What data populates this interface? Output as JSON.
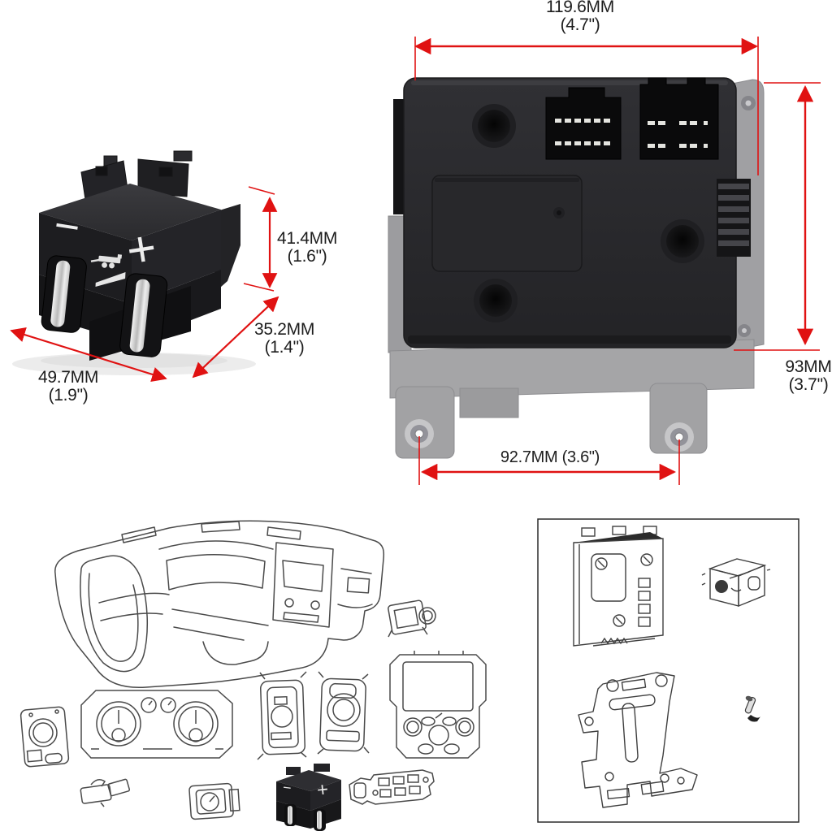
{
  "image": {
    "kind": "product-dimension-diagram",
    "background": "#ffffff"
  },
  "colors": {
    "dimension_red": "#e01212",
    "label_text": "#1d1d1d",
    "module_body": "#28282b",
    "bracket_gray": "#a3a3a6",
    "line_drawing": "#4a4a4a",
    "chrome": "#e5e5e5"
  },
  "switch_unit": {
    "name": "trailer-brake-controller-switch-photo",
    "minus_glyph": "−",
    "plus_glyph": "+",
    "dim_height_mm": "41.4MM",
    "dim_height_in": "(1.6\")",
    "dim_depth_mm": "35.2MM",
    "dim_depth_in": "(1.4\")",
    "dim_width_mm": "49.7MM",
    "dim_width_in": "(1.9\")"
  },
  "module_unit": {
    "name": "brake-control-module-with-bracket-photo",
    "dim_width_mm": "119.6MM",
    "dim_width_in": "(4.7\")",
    "dim_height_mm": "93MM",
    "dim_height_in": "(3.7\")",
    "dim_hole_spacing": "92.7MM (3.6\")"
  },
  "exploded_diagram": {
    "parts": [
      "dashboard-outline",
      "headlight-switch-panel",
      "instrument-cluster",
      "retainer-clip",
      "small-switch-cube",
      "switch-panel-left",
      "switch-panel-right",
      "camera-module",
      "center-stack-bezel",
      "trailer-brake-switch-photo-small",
      "switch-bank-strip"
    ]
  },
  "kit_box": {
    "parts": [
      "brake-control-module-drawing",
      "brake-switch-drawing",
      "mounting-bracket-drawing",
      "screw-drawing"
    ]
  }
}
